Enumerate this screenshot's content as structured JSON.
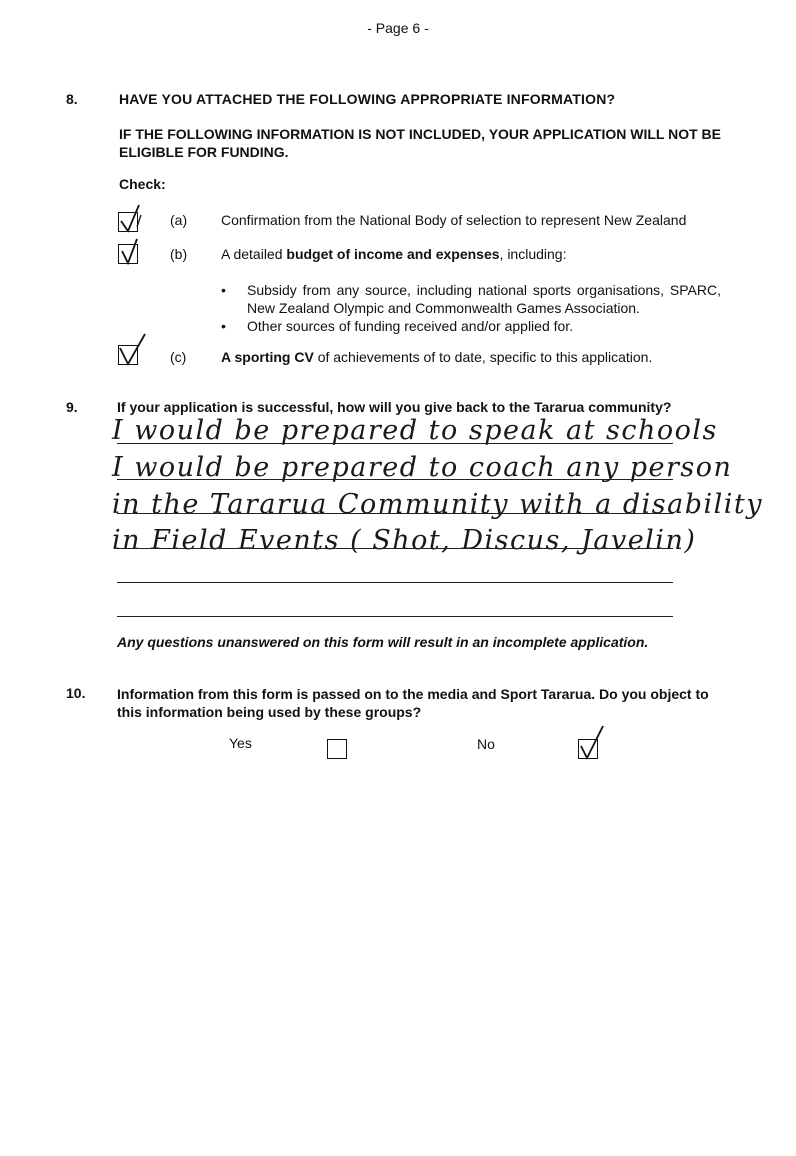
{
  "page_number": "- Page 6 -",
  "q8": {
    "number": "8.",
    "title": "HAVE YOU ATTACHED THE FOLLOWING APPROPRIATE INFORMATION?",
    "warning": "IF THE FOLLOWING INFORMATION IS NOT INCLUDED, YOUR APPLICATION WILL NOT BE ELIGIBLE FOR FUNDING.",
    "check_label": "Check:",
    "items": [
      {
        "letter": "(a)",
        "text": "Confirmation from the National Body of selection to represent New Zealand",
        "checked": true
      },
      {
        "letter": "(b)",
        "text_pre": "A detailed ",
        "text_bold": "budget of income and expenses",
        "text_post": ", including:",
        "checked": true
      },
      {
        "letter": "(c)",
        "text_bold": "A sporting CV",
        "text_post": " of achievements of to date, specific to this application.",
        "checked": true
      }
    ],
    "bullets": [
      "Subsidy from any source, including national sports organisations, SPARC, New Zealand Olympic and Commonwealth Games Association.",
      "Other sources of funding received and/or applied for."
    ]
  },
  "q9": {
    "number": "9.",
    "question": "If your application is successful, how will you give back to the Tararua community?",
    "answer_lines": [
      "I would be prepared to speak at schools",
      "I would be prepared to coach any person",
      "in the Tararua Community with a disability",
      "in Field Events ( Shot, Discus, Javelin)"
    ],
    "note": "Any questions unanswered on this form will result in an incomplete application."
  },
  "q10": {
    "number": "10.",
    "question": "Information from this form is passed on to the media and Sport Tararua.  Do you object to this information being used by these groups?",
    "yes_label": "Yes",
    "no_label": "No",
    "yes_checked": false,
    "no_checked": true
  }
}
